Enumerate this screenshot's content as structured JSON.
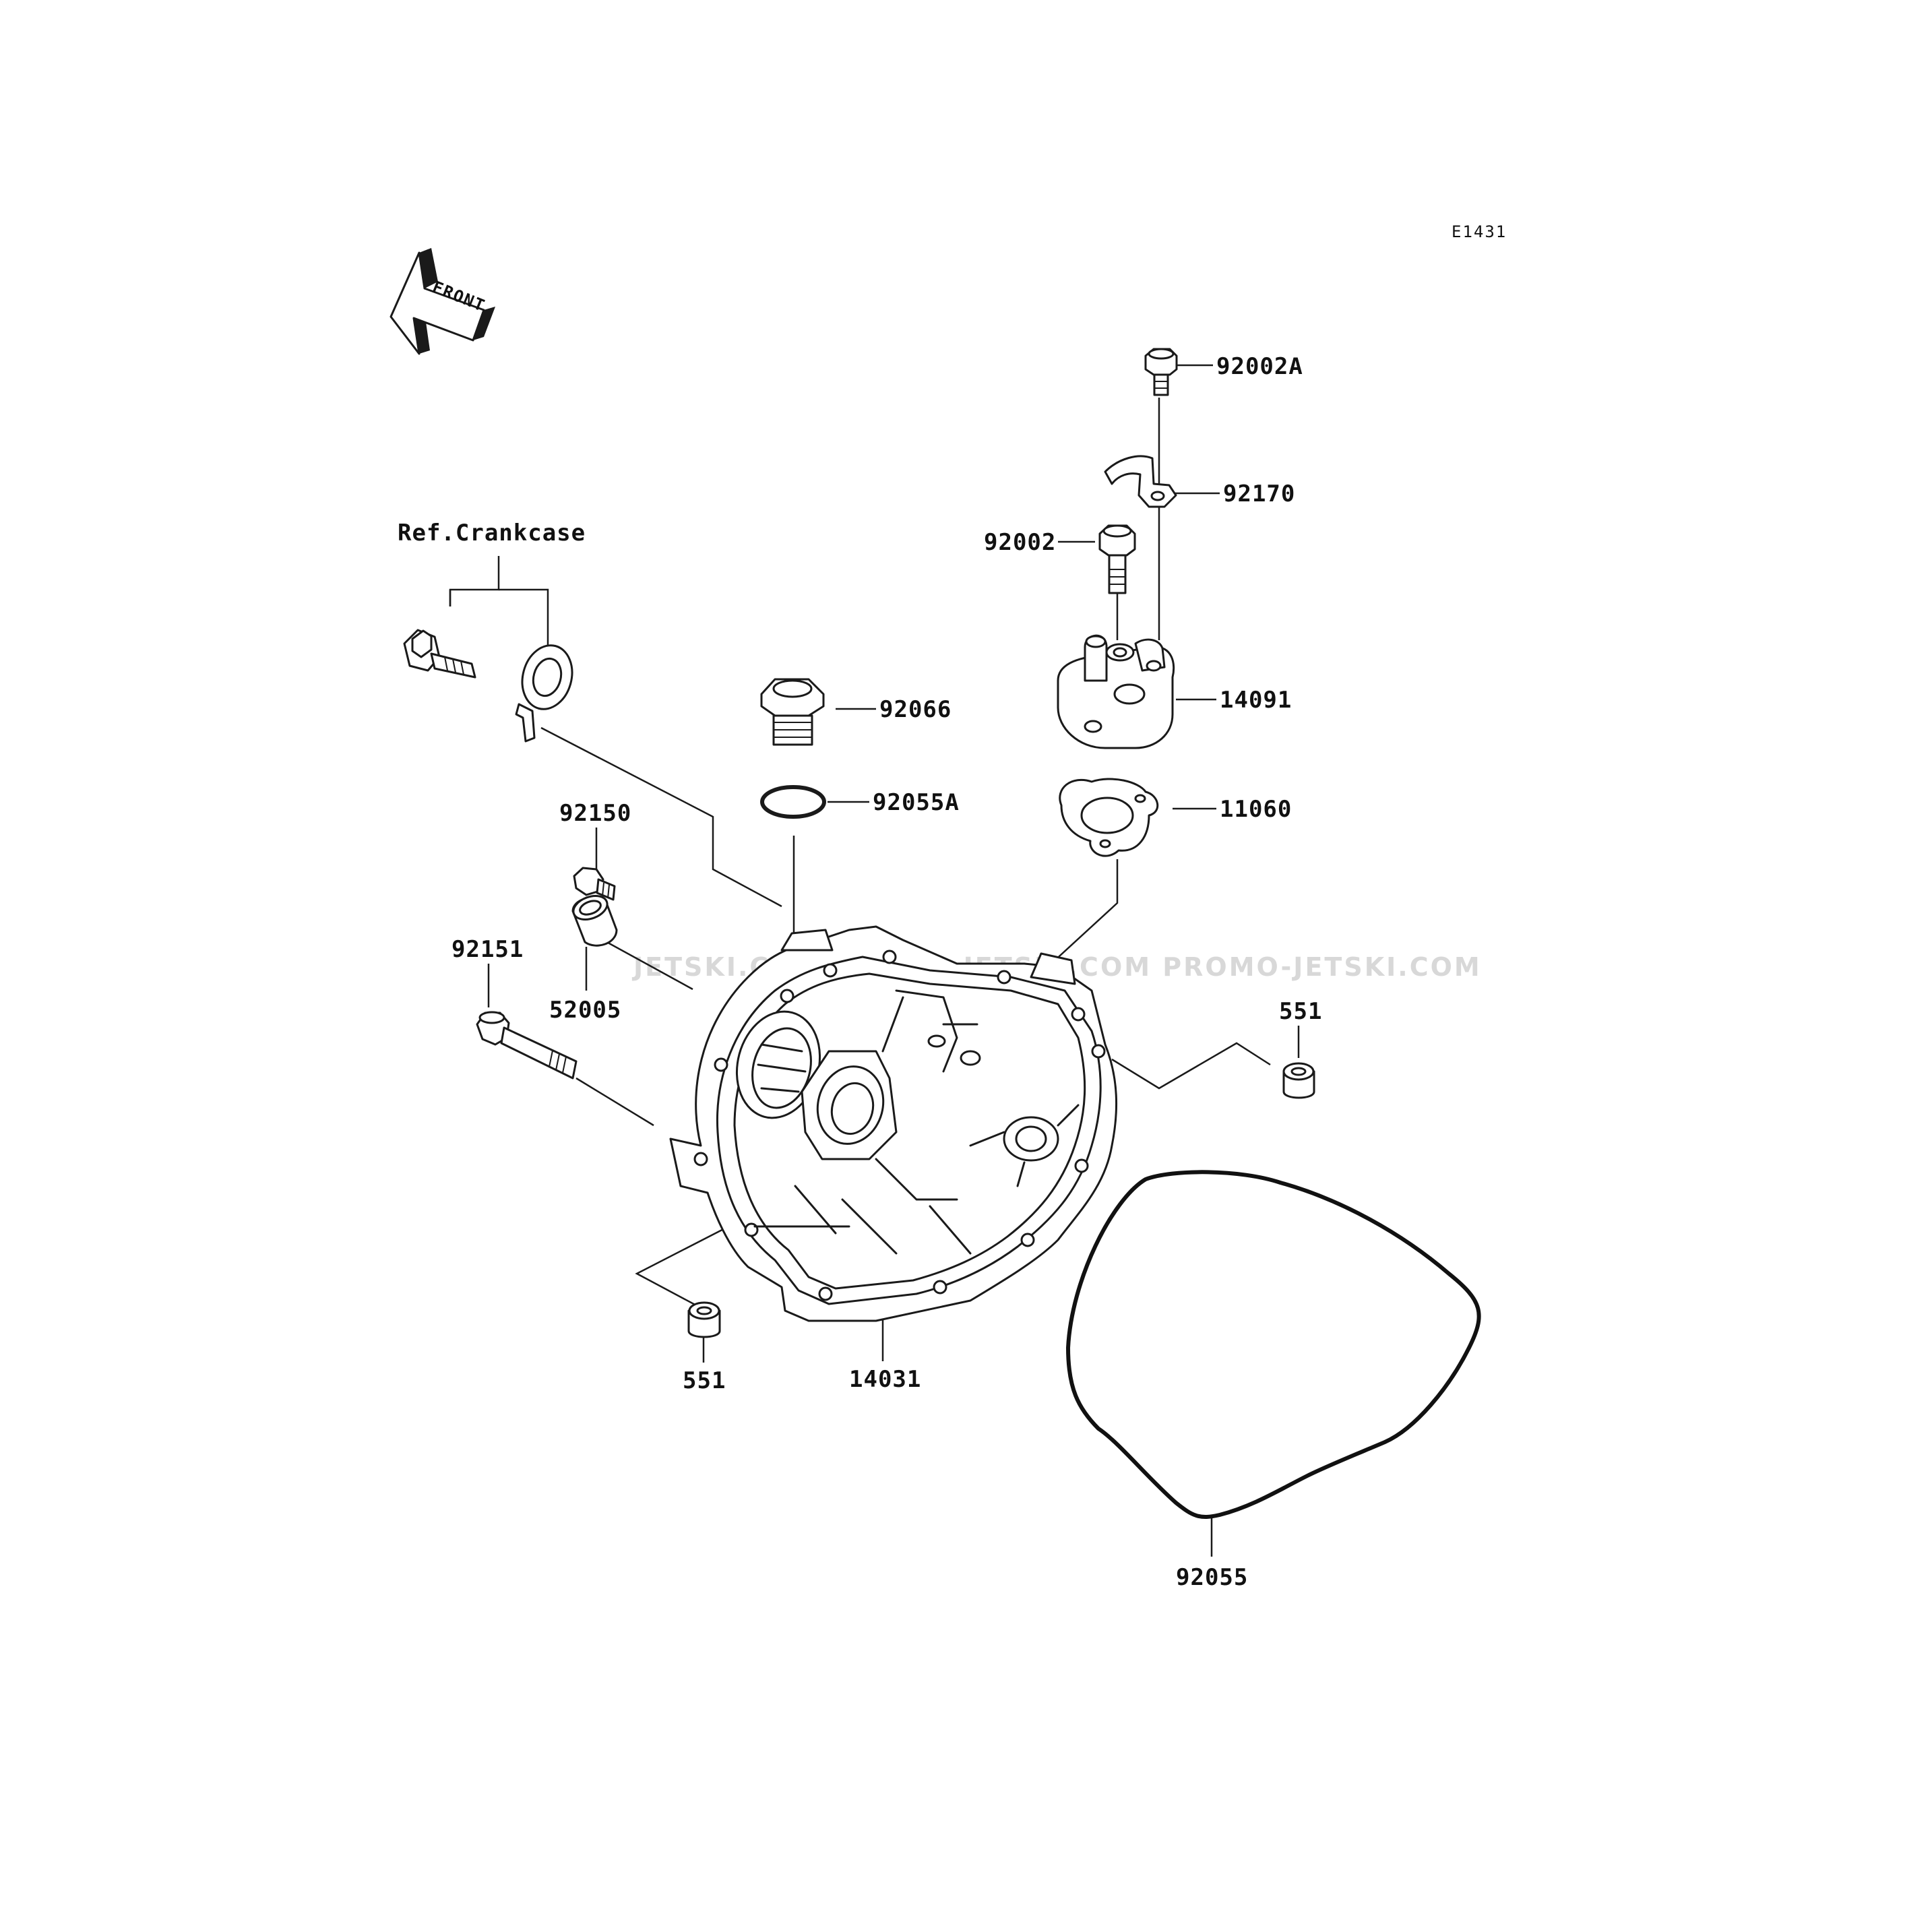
{
  "diagram": {
    "code": "E1431",
    "front_label": "FRONT",
    "ref_label": "Ref.Crankcase",
    "watermark": "JETSKI.COM  PROMO-JETSKI.COM  PROMO-JETSKI.COM",
    "callouts": {
      "p92002A": "92002A",
      "p92170": "92170",
      "p92002": "92002",
      "p14091": "14091",
      "p92066": "92066",
      "p92055A": "92055A",
      "p11060": "11060",
      "p92150": "92150",
      "p92151": "92151",
      "p52005": "52005",
      "p551_right": "551",
      "p551_left": "551",
      "p14031": "14031",
      "p92055": "92055"
    }
  }
}
